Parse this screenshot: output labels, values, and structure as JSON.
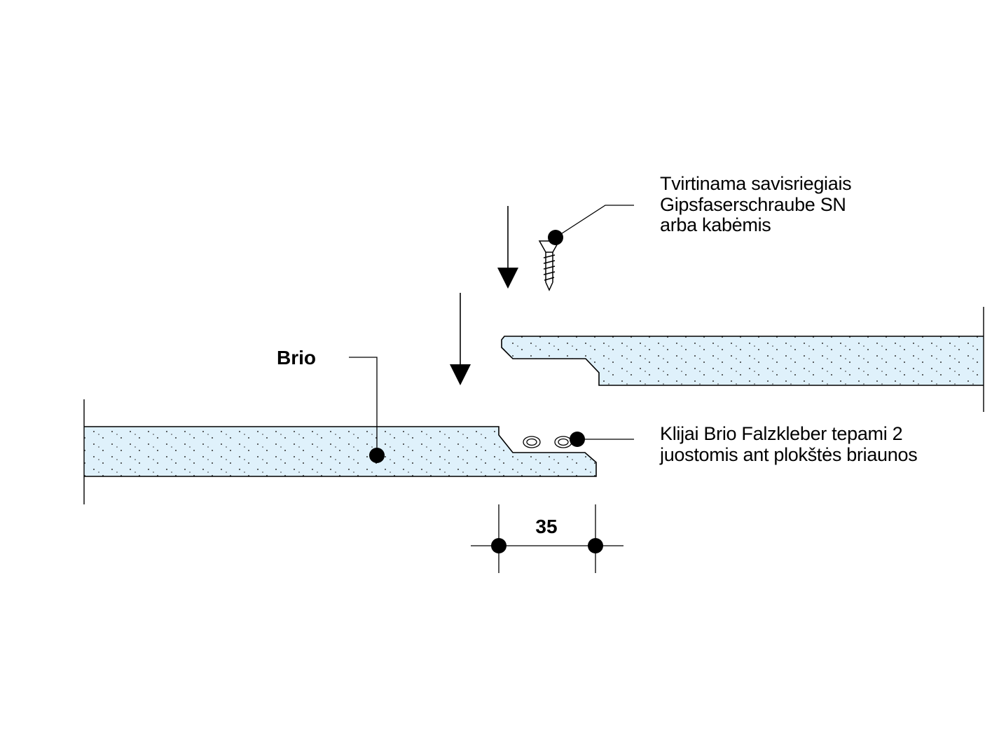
{
  "labels": {
    "board_name": "Brio",
    "screw_note": [
      "Tvirtinama savisriegiais",
      "Gipsfaserschraube SN",
      "arba kabėmis"
    ],
    "glue_note": [
      "Klijai Brio Falzkleber tepami 2",
      "juostomis ant plokštės briaunos"
    ],
    "dimension": "35"
  },
  "colors": {
    "board_fill": "#dff1fb",
    "stroke": "#000000",
    "background": "#ffffff"
  },
  "icons": {
    "fastener": "screw-icon",
    "glue": "glue-bead-icon",
    "direction": "arrow-down-icon"
  }
}
